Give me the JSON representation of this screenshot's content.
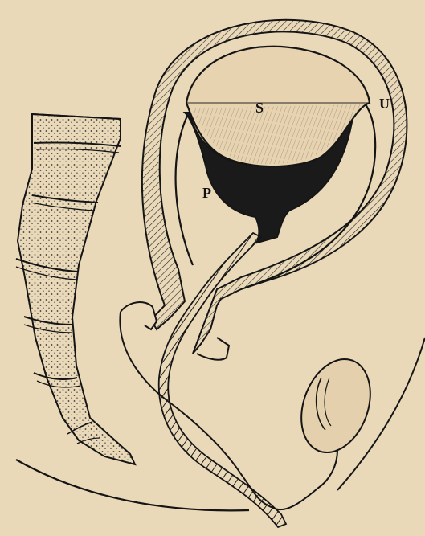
{
  "figure": {
    "labels": {
      "sac": "S",
      "wall": "U",
      "pouch": "P"
    },
    "colors": {
      "background": "#ead9b9",
      "ink": "#151515",
      "fill_light": "#e7d3b0",
      "fill_dark": "#1a1a1a"
    }
  }
}
